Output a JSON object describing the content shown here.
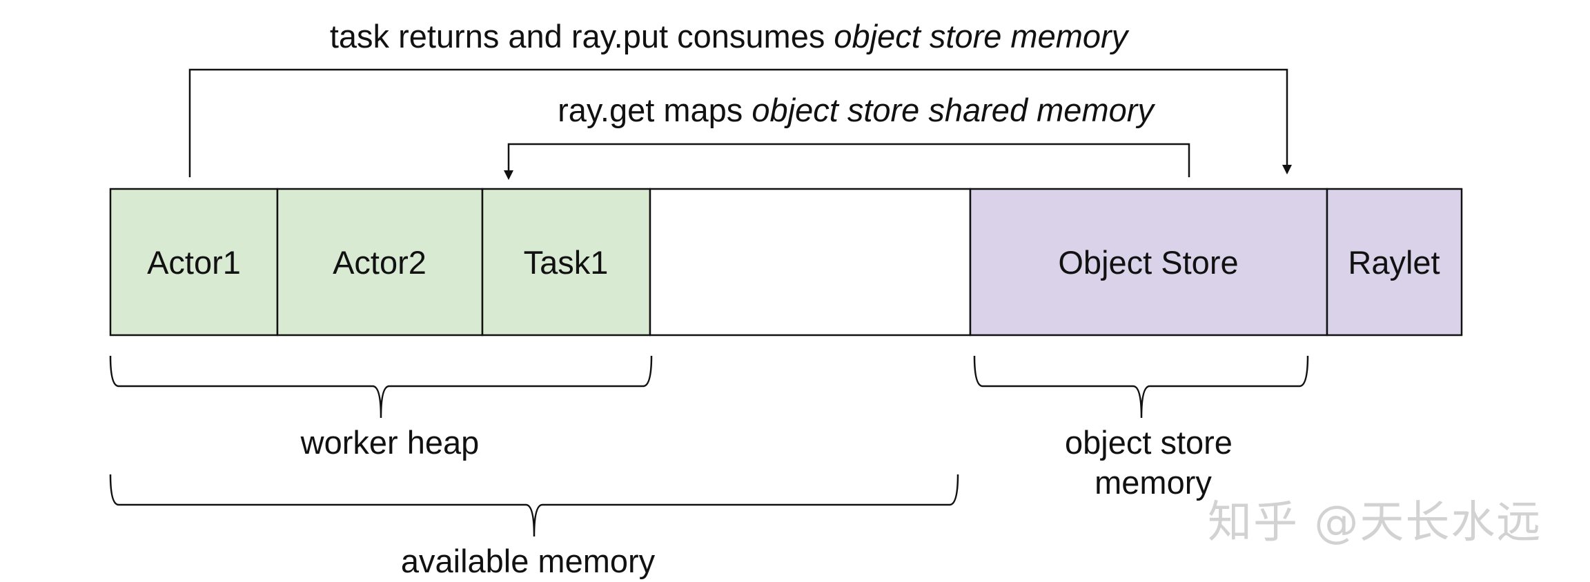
{
  "arrows": {
    "top": {
      "plain": "task returns and ray.put consumes ",
      "italic": "object store memory"
    },
    "middle": {
      "plain": "ray.get maps ",
      "italic": "object store shared memory"
    }
  },
  "blocks": {
    "actor1": "Actor1",
    "actor2": "Actor2",
    "task1": "Task1",
    "free": "",
    "object_store": "Object Store",
    "raylet": "Raylet"
  },
  "braces": {
    "worker_heap": "worker heap",
    "object_store_memory": [
      "object store",
      "memory"
    ],
    "available_memory": "available memory"
  },
  "colors": {
    "worker_fill": "#d9ead3",
    "store_fill": "#d9d2e9",
    "stroke": "#111111"
  },
  "watermark": "知乎 @天长水远"
}
